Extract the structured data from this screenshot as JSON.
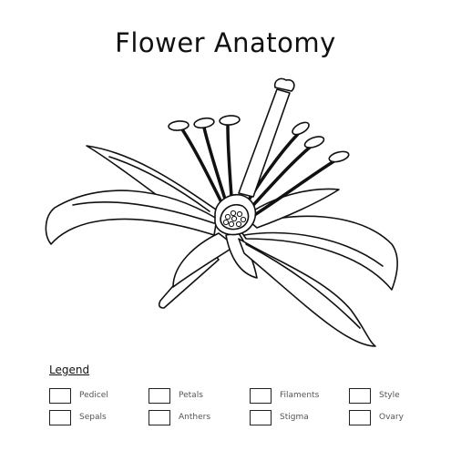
{
  "title": "Flower Anatomy",
  "legend": {
    "heading": "Legend",
    "items": [
      {
        "label": "Pedicel"
      },
      {
        "label": "Petals"
      },
      {
        "label": "Filaments"
      },
      {
        "label": "Style"
      },
      {
        "label": "Sepals"
      },
      {
        "label": "Anthers"
      },
      {
        "label": "Stigma"
      },
      {
        "label": "Ovary"
      }
    ]
  },
  "colors": {
    "line": "#111111",
    "background": "#ffffff"
  }
}
